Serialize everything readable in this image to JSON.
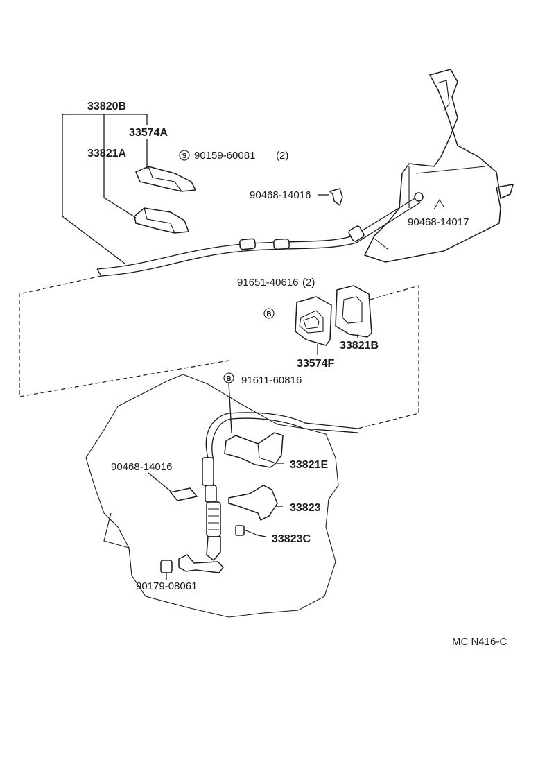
{
  "labels": {
    "p33820B": "33820B",
    "p33574A": "33574A",
    "p33821A": "33821A",
    "p90159": "90159-60081",
    "p90159_qty": "(2)",
    "p90468_top": "90468-14016",
    "p90468_right": "90468-14017",
    "p91651": "91651-40616",
    "p91651_qty": "(2)",
    "p33821B": "33821B",
    "p33574F": "33574F",
    "p91611": "91611-60816",
    "p33821E": "33821E",
    "p90468_bottom": "90468-14016",
    "p33823": "33823",
    "p33823C": "33823C",
    "p90179": "90179-08061",
    "footer_code": "MC  N416-C"
  },
  "symbols": {
    "s_marker": "S",
    "b_marker_1": "B",
    "b_marker_2": "B"
  }
}
